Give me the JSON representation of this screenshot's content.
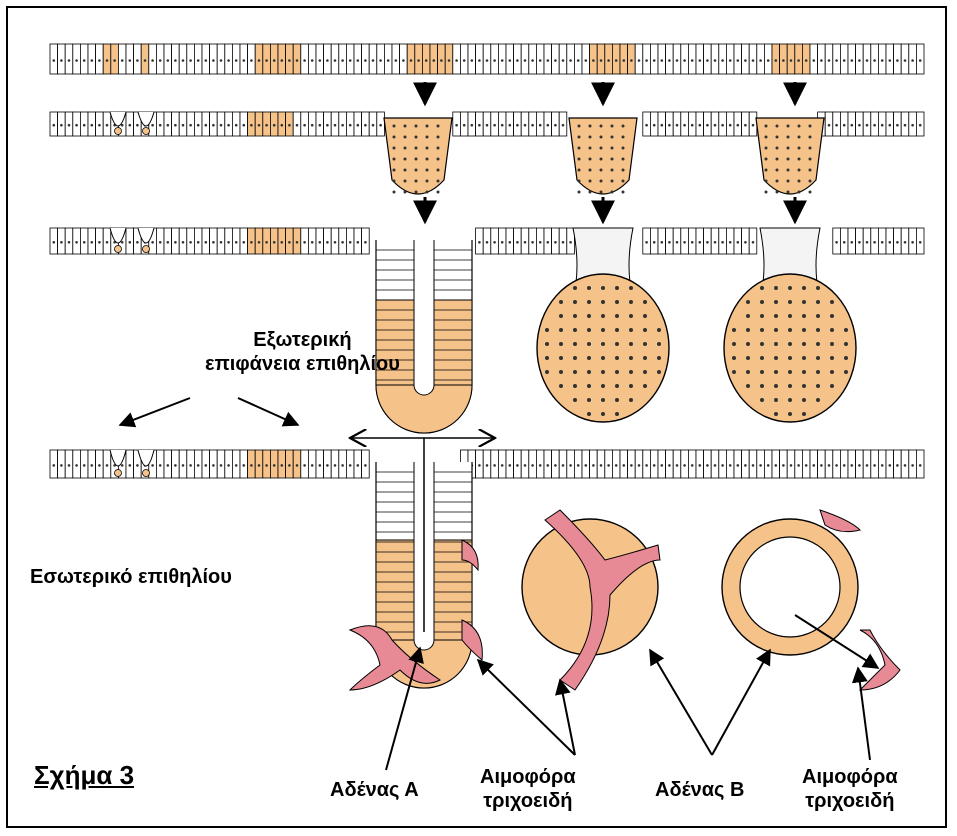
{
  "figure": {
    "title": "Σχήμα 3",
    "labels": {
      "external_surface": [
        "Εξωτερική",
        "επιφάνεια επιθηλίου"
      ],
      "internal": "Εσωτερικό επιθηλίου",
      "gland_a": "Αδένας Α",
      "capillaries_1": [
        "Αιμοφόρα",
        "τριχοειδή"
      ],
      "gland_b": "Αδένας Β",
      "capillaries_2": [
        "Αιμοφόρα",
        "τριχοειδή"
      ]
    },
    "colors": {
      "cell_fill": "#ffffff",
      "gland_cell": "#f5c28a",
      "capillary": "#e88a96",
      "nucleus": "#333333",
      "border": "#000000"
    }
  }
}
